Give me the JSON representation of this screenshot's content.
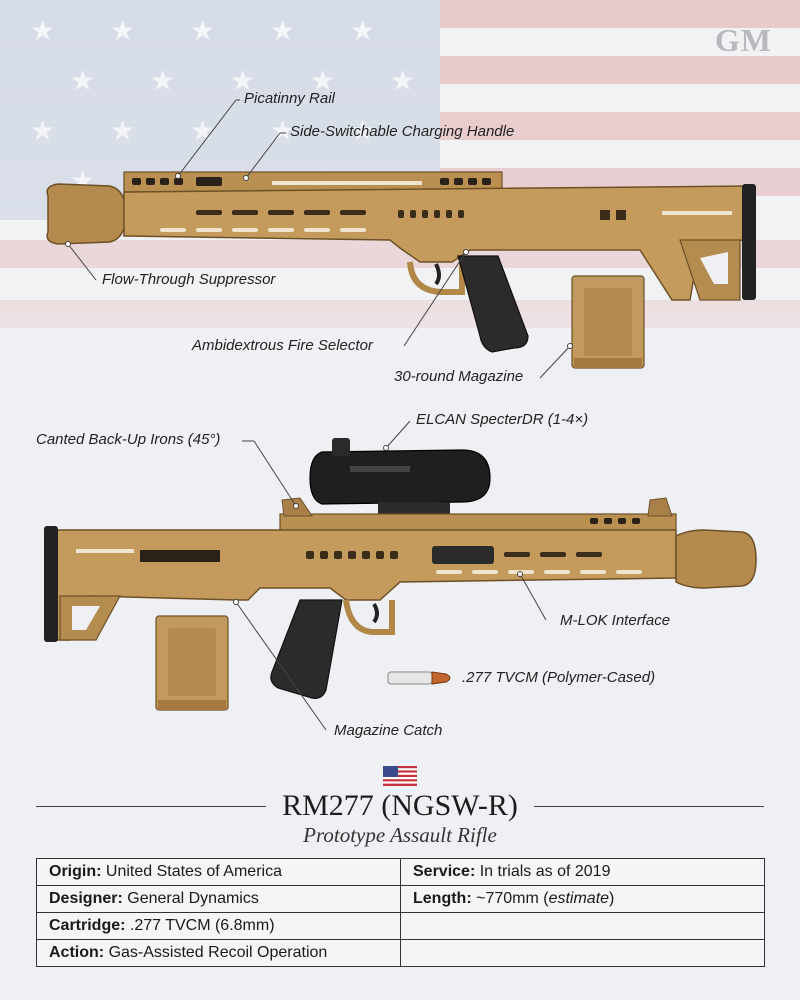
{
  "logo": "GM",
  "callouts": {
    "picatinny_rail": "Picatinny Rail",
    "charging_handle": "Side-Switchable Charging Handle",
    "suppressor": "Flow-Through Suppressor",
    "fire_selector": "Ambidextrous Fire Selector",
    "magazine": "30-round Magazine",
    "optic": "ELCAN SpecterDR (1-4×)",
    "backup_irons": "Canted Back-Up Irons (45°)",
    "mlok": "M-LOK Interface",
    "cartridge": ".277 TVCM (Polymer-Cased)",
    "magazine_catch": "Magazine Catch"
  },
  "title": "RM277 (NGSW-R)",
  "subtitle": "Prototype Assault Rifle",
  "specs": {
    "origin_label": "Origin:",
    "origin_value": "United States of America",
    "service_label": "Service:",
    "service_value": "In trials as of 2019",
    "designer_label": "Designer:",
    "designer_value": "General Dynamics",
    "length_label": "Length:",
    "length_value": "~770mm (",
    "length_note": "estimate",
    "length_close": ")",
    "cartridge_label": "Cartridge:",
    "cartridge_value": ".277 TVCM (6.8mm)",
    "action_label": "Action:",
    "action_value": "Gas-Assisted Recoil Operation"
  },
  "colors": {
    "rifle_tan": "#c49b5c",
    "rifle_dark": "#8a6734",
    "grip_black": "#222222",
    "flag_red": "#d9a9ab",
    "flag_blue": "#b8c3d6"
  }
}
